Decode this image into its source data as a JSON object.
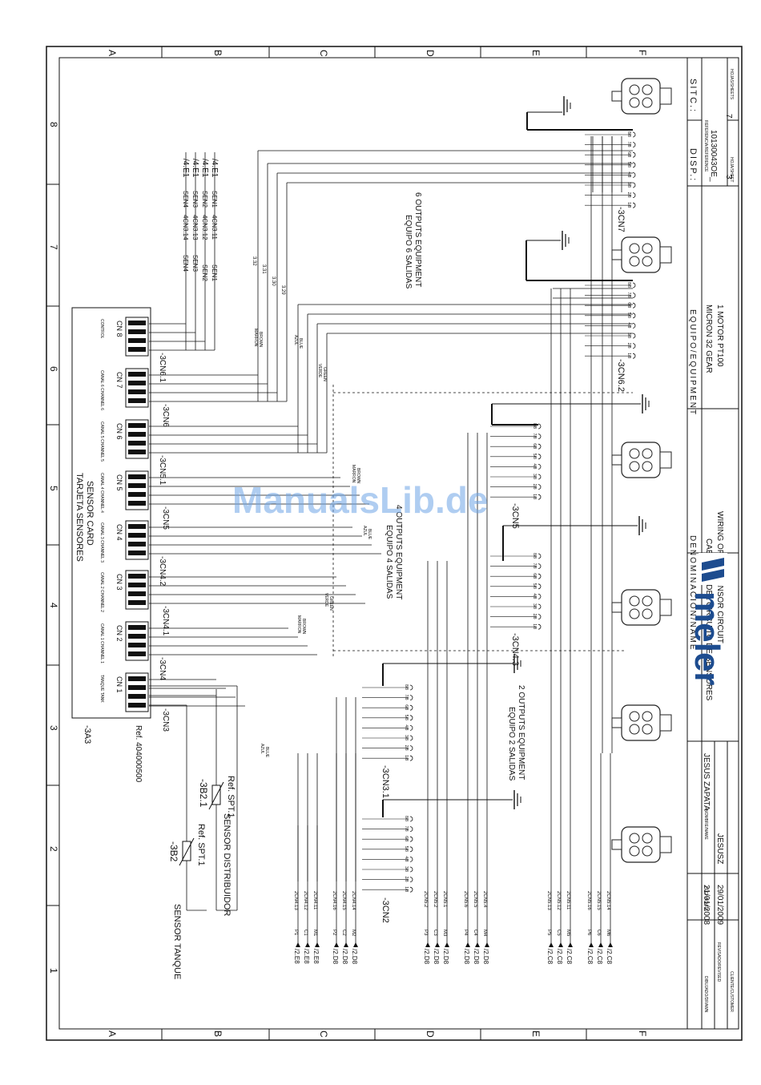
{
  "border": {
    "top_labels": [
      "A",
      "B",
      "C",
      "D",
      "E",
      "F"
    ],
    "bottom_labels": [
      "A",
      "B",
      "C",
      "D",
      "E",
      "F"
    ],
    "left_numbers": [
      "8",
      "7",
      "6",
      "5",
      "4",
      "3",
      "2",
      "1"
    ]
  },
  "title_block": {
    "brand": "meler",
    "denominacion_label": "DENOMINACIÓN/NAME",
    "title_es": "CABLEADO DEL CIRCUITO DE SENSORES",
    "title_en": "WIRING OF THE SENSOR CIRCUIT",
    "equipo_label": "EQUIPO/EQUIPMENT",
    "equipment_line1": "MICRON 32 GEAR",
    "equipment_line2": "1 MOTOR PT100",
    "disp_label": "DISP.:",
    "sitc_label": "SITC.:",
    "reference_label": "REFERENCIA/REFERENCE",
    "reference": "10130043OE_",
    "sheet_label": "HOJA/SHEET",
    "sheet_number": "3",
    "sheets_total_label": "HOJAS/SHEETS",
    "sheets_total": "7",
    "date_label": "FECHA/DATE",
    "name_label": "NOMBRE/NAME",
    "drawn_label": "DIBUJADO/DRAWN",
    "revised_label": "REVISADO/REVISED",
    "client_label": "CLIENTE/CUSTOMER",
    "date_drawn": "21/01/2008",
    "date_revised": "29/01/2009",
    "name_drawn": "JESUS ZAPATA",
    "name_revised": "JESUSZ"
  },
  "sensor_card": {
    "title_es": "TARJETA SENSORES",
    "title_en": "SENSOR CARD",
    "tag": "-3A3",
    "ref": "Ref. 404000500",
    "connectors": [
      {
        "name": "CN 8",
        "label": "CONTROL"
      },
      {
        "name": "CN 7",
        "label": "CANAL 6 CHANNEL 6"
      },
      {
        "name": "CN 6",
        "label": "CANAL 5 CHANNEL 5"
      },
      {
        "name": "CN 5",
        "label": "CANAL 4 CHANNEL 4"
      },
      {
        "name": "CN 4",
        "label": "CANAL 3 CHANNEL 3"
      },
      {
        "name": "CN 3",
        "label": "CANAL 2 CHANNEL 2"
      },
      {
        "name": "CN 2",
        "label": "CANAL 1 CHANNEL 1"
      },
      {
        "name": "CN 1",
        "label": "TANQUE TANK"
      }
    ],
    "plug_tags": [
      "-3CN6.1",
      "-3CN6",
      "-3CN5.1",
      "-3CN5",
      "-3CN4.2",
      "-3CN4.1",
      "-3CN4",
      "-3CN3"
    ]
  },
  "sensors": {
    "tank_tag": "-3B2",
    "tank_ref": "Ref. SPT.1",
    "tank_name": "SENSOR TANQUE",
    "dist_tag": "-3B2.1",
    "dist_ref": "Ref. SPT.1",
    "dist_name": "SENSOR DISTRIBUIDOR"
  },
  "sen_signals": [
    {
      "sen": "SEN4",
      "cn": "4CN3.14",
      "to": "/4.E1"
    },
    {
      "sen": "SEN3",
      "cn": "4CN3.13",
      "to": "/4.E1"
    },
    {
      "sen": "SEN2",
      "cn": "4CN3.12",
      "to": "/4.E1"
    },
    {
      "sen": "SEN1",
      "cn": "4CN3.11",
      "to": "/4.E1"
    }
  ],
  "equipment_groups": [
    {
      "es": "EQUIPO 6 SALIDAS",
      "en": "6 OUTPUTS EQUIPMENT"
    },
    {
      "es": "EQUIPO 4 SALIDAS",
      "en": "4 OUTPUTS EQUIPMENT"
    },
    {
      "es": "EQUIPO 2 SALIDAS",
      "en": "2 OUTPUTS EQUIPMENT"
    }
  ],
  "output_plugs": [
    "-3CN7",
    "-3CN6.2",
    "-3CN5",
    "-3CN4.3",
    "-3CN3.1",
    "-3CN2"
  ],
  "pins": [
    "8/8",
    "7/8",
    "6/8",
    "5/8",
    "4/8",
    "3/8",
    "2/8",
    "1/8"
  ],
  "cable_colors": [
    "MARRON",
    "BROWN",
    "AZUL",
    "BLUE",
    "VERDE",
    "GREEN"
  ],
  "bottom_terminals": [
    {
      "cn": "2CN4.13",
      "sig": "P1",
      "to": "/2.E8"
    },
    {
      "cn": "2CN4.12",
      "sig": "C1",
      "to": "/2.E8"
    },
    {
      "cn": "2CN4.11",
      "sig": "M1",
      "to": "/2.E8"
    },
    {
      "cn": "2CN4.16",
      "sig": "P2",
      "to": "/2.D8"
    },
    {
      "cn": "2CN4.15",
      "sig": "C2",
      "to": "/2.D8"
    },
    {
      "cn": "2CN4.14",
      "sig": "M2",
      "to": "/2.D8"
    },
    {
      "cn": "2CN5.2",
      "sig": "P3",
      "to": "/2.D8"
    },
    {
      "cn": "2CN5.2",
      "sig": "C3",
      "to": "/2.D8"
    },
    {
      "cn": "2CN5.1",
      "sig": "M3",
      "to": "/2.D8"
    },
    {
      "cn": "2CN5.6",
      "sig": "P4",
      "to": "/2.D8"
    },
    {
      "cn": "2CN5.5",
      "sig": "C4",
      "to": "/2.D8"
    },
    {
      "cn": "2CN5.4",
      "sig": "M4",
      "to": "/2.D8"
    },
    {
      "cn": "2CN5.13",
      "sig": "P5",
      "to": "/2.C8"
    },
    {
      "cn": "2CN5.12",
      "sig": "C5",
      "to": "/2.C8"
    },
    {
      "cn": "2CN5.11",
      "sig": "M5",
      "to": "/2.C8"
    },
    {
      "cn": "2CN5.16",
      "sig": "P6",
      "to": "/2.C8"
    },
    {
      "cn": "2CN5.15",
      "sig": "C6",
      "to": "/2.C8"
    },
    {
      "cn": "2CN5.14",
      "sig": "M6",
      "to": "/2.C8"
    }
  ],
  "watermark": "ManualsLib.de"
}
